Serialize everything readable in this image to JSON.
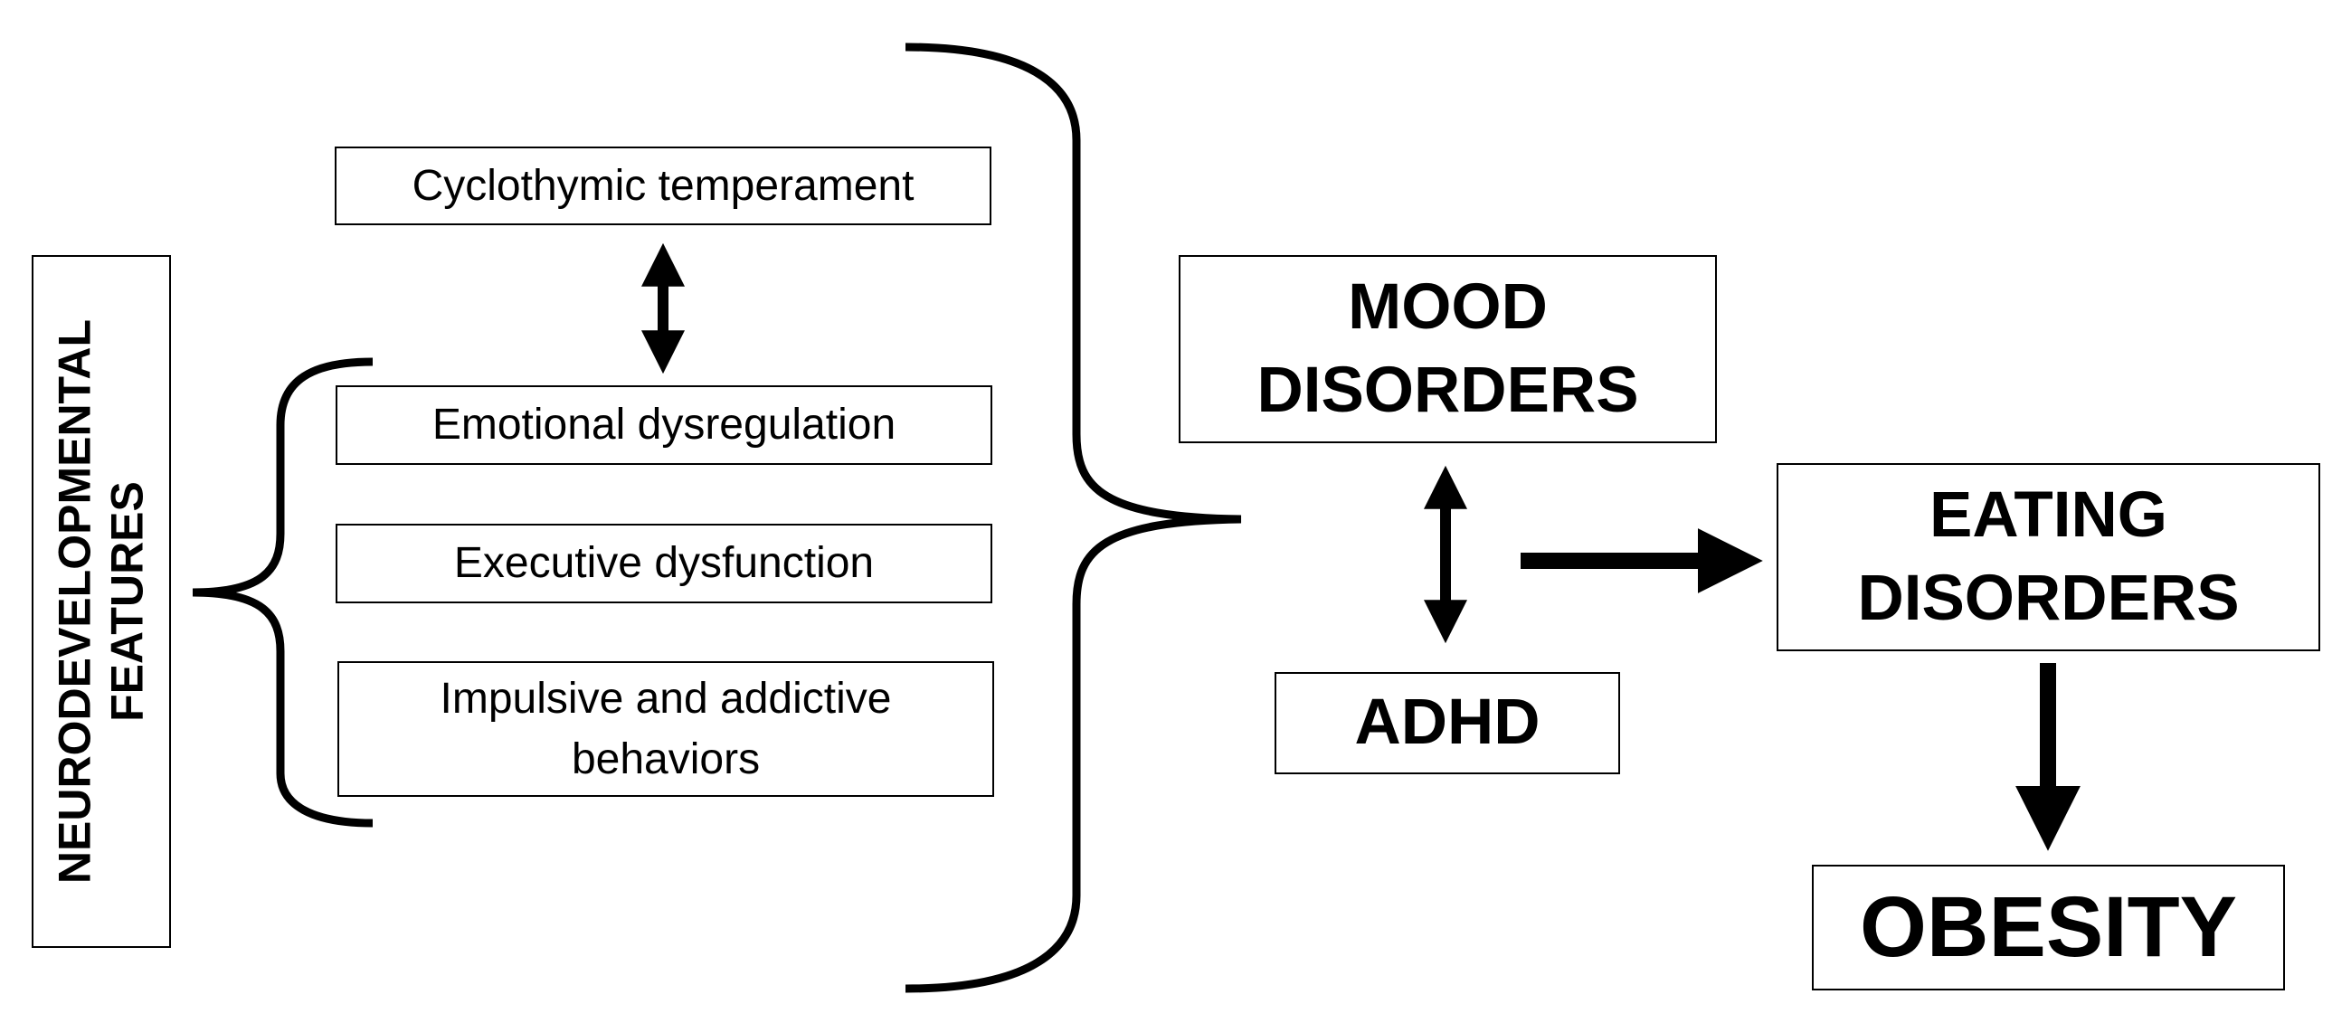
{
  "diagram": {
    "left_label": "NEURODEVELOPMENTAL\nFEATURES",
    "features": {
      "cyclothymic": "Cyclothymic temperament",
      "emotional": "Emotional dysregulation",
      "executive": "Executive dysfunction",
      "impulsive": "Impulsive and addictive\nbehaviors"
    },
    "outcomes": {
      "mood": "MOOD\nDISORDERS",
      "adhd": "ADHD",
      "eating": "EATING\nDISORDERS",
      "obesity": "OBESITY"
    },
    "colors": {
      "stroke": "#000000",
      "background": "#ffffff"
    }
  }
}
